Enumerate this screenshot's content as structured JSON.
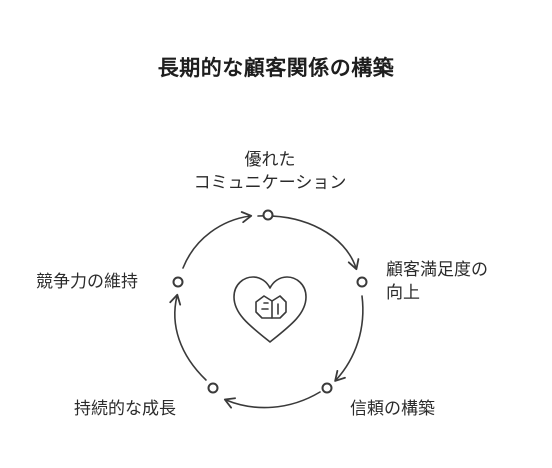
{
  "title": "長期的な顧客関係の構築",
  "nodes": [
    {
      "id": "top",
      "lines": [
        "優れた",
        "コミュニケーション"
      ]
    },
    {
      "id": "right",
      "lines": [
        "顧客満足度の",
        "向上"
      ]
    },
    {
      "id": "bottom_right",
      "lines": [
        "信頼の構築"
      ]
    },
    {
      "id": "bottom_left",
      "lines": [
        "持続的な成長"
      ]
    },
    {
      "id": "left",
      "lines": [
        "競争力の維持"
      ]
    }
  ],
  "center_icon": "heart-handshake-icon",
  "colors": {
    "stroke": "#3a3a3a",
    "text": "#2b2b2b"
  }
}
